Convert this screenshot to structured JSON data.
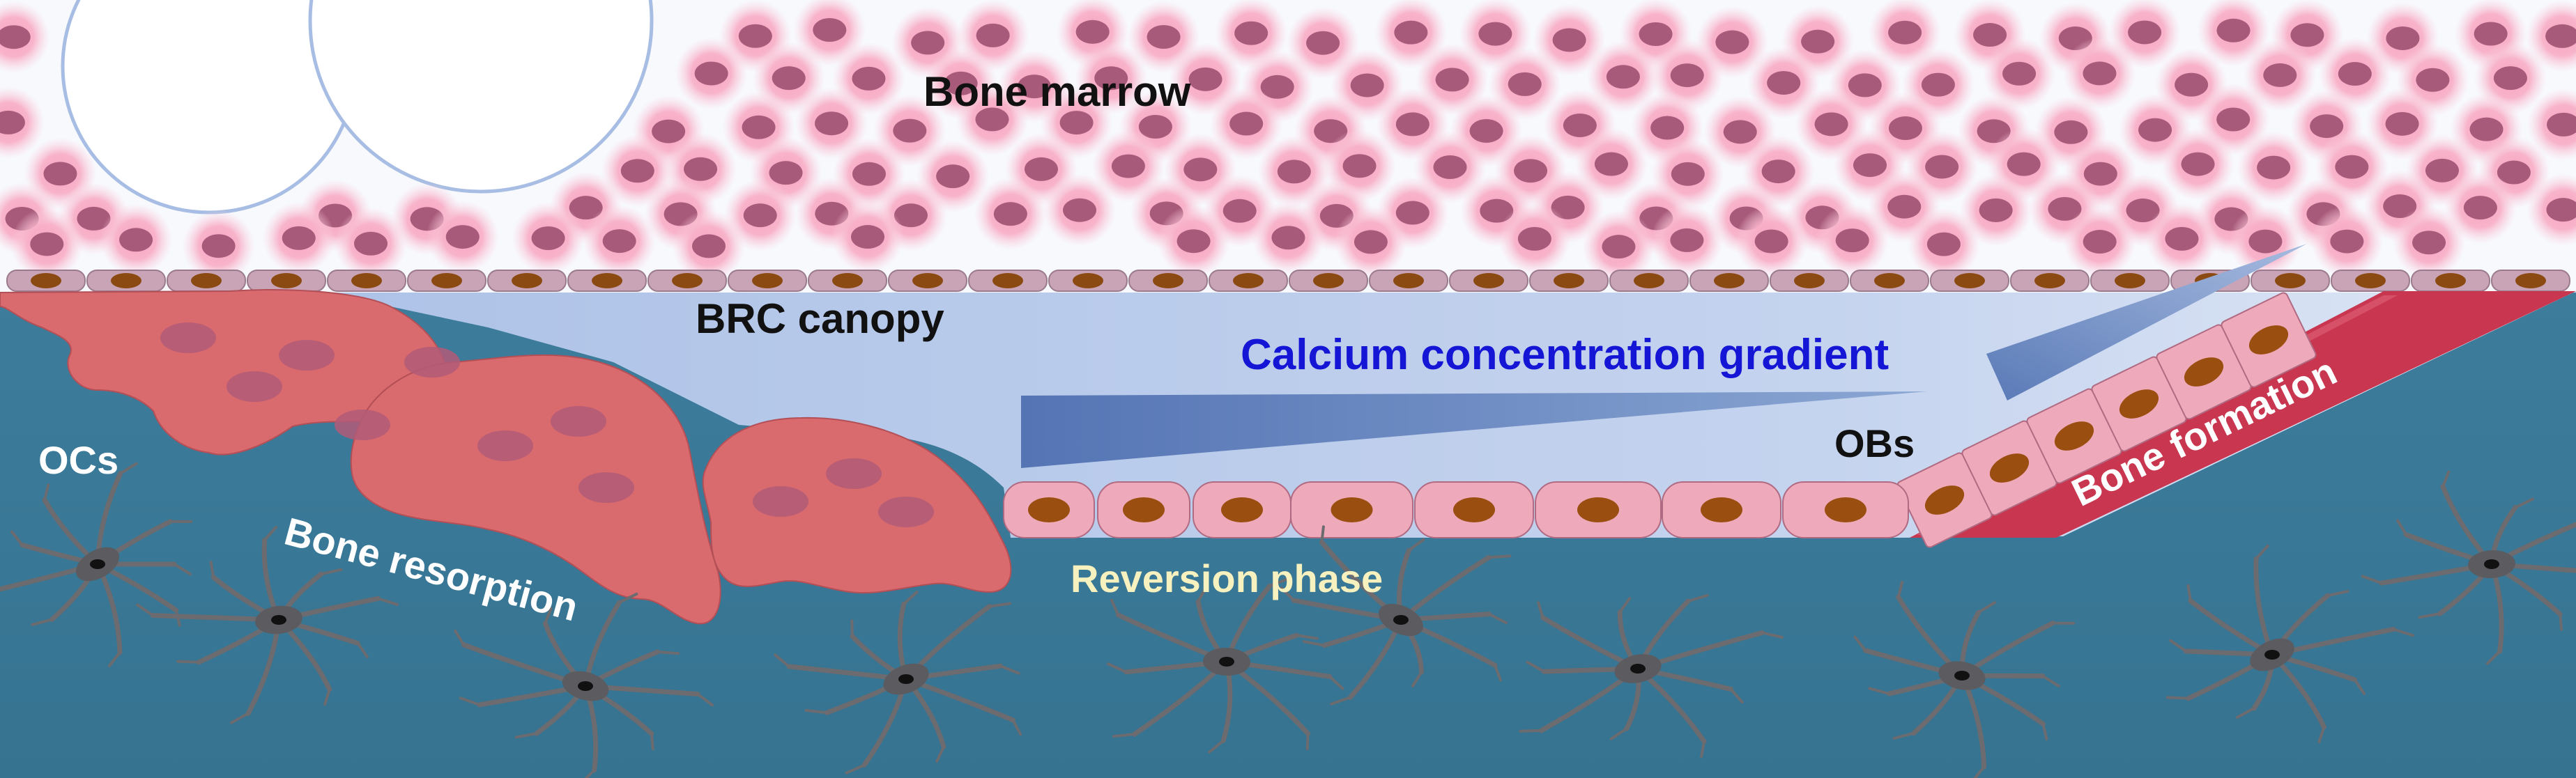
{
  "labels": {
    "bone_marrow": "Bone marrow",
    "brc_canopy": "BRC canopy",
    "calcium_gradient": "Calcium concentration gradient",
    "ocs": "OCs",
    "obs": "OBs",
    "bone_resorption": "Bone resorption",
    "reversion_phase": "Reversion phase",
    "bone_formation": "Bone formation"
  },
  "colors": {
    "bone": "#3a7a99",
    "marrow_background": "#f7f9fd",
    "canopy_space": "#b3c6e8",
    "marrow_cell_glow": "#f7a6c0",
    "marrow_cell_nucleus": "#a85a7a",
    "lining_cell": "#c9a4b6",
    "lining_nucleus": "#8a4a12",
    "osteoclast": "#d96a6e",
    "osteoclast_nucleus": "#b25a78",
    "osteoblast": "#eeaabb",
    "osteoblast_nucleus": "#9a4e10",
    "osteoid": "#c93650",
    "gradient_wedge": "#5a7ab7",
    "osteocyte": "#5b5b60",
    "calcium_label": "#1515d6",
    "reversion_label": "#f7f0bf"
  }
}
